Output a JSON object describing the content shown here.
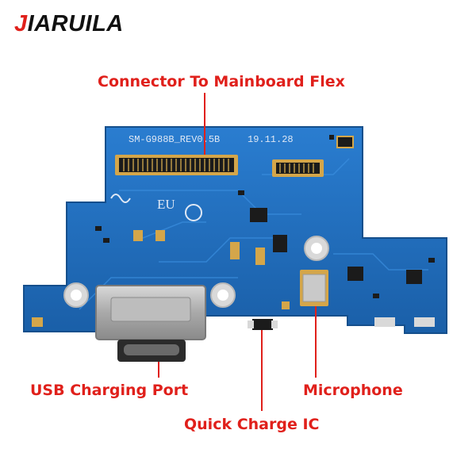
{
  "brand": {
    "first_letter": "J",
    "rest": "IARUILA"
  },
  "board": {
    "silkscreen_model": "SM-G988B_REV0.5B",
    "silkscreen_date": "19.11.28",
    "silkscreen_region": "EU"
  },
  "labels": {
    "connector": "Connector To Mainboard Flex",
    "usb": "USB Charging Port",
    "microphone": "Microphone",
    "quick_charge": "Quick Charge IC"
  },
  "colors": {
    "label_red": "#e0201b",
    "pcb_blue": "#1f6fc0",
    "pcb_edge": "#17579a",
    "gold": "#d4a64a",
    "connector_dark": "#1b1b1b"
  }
}
